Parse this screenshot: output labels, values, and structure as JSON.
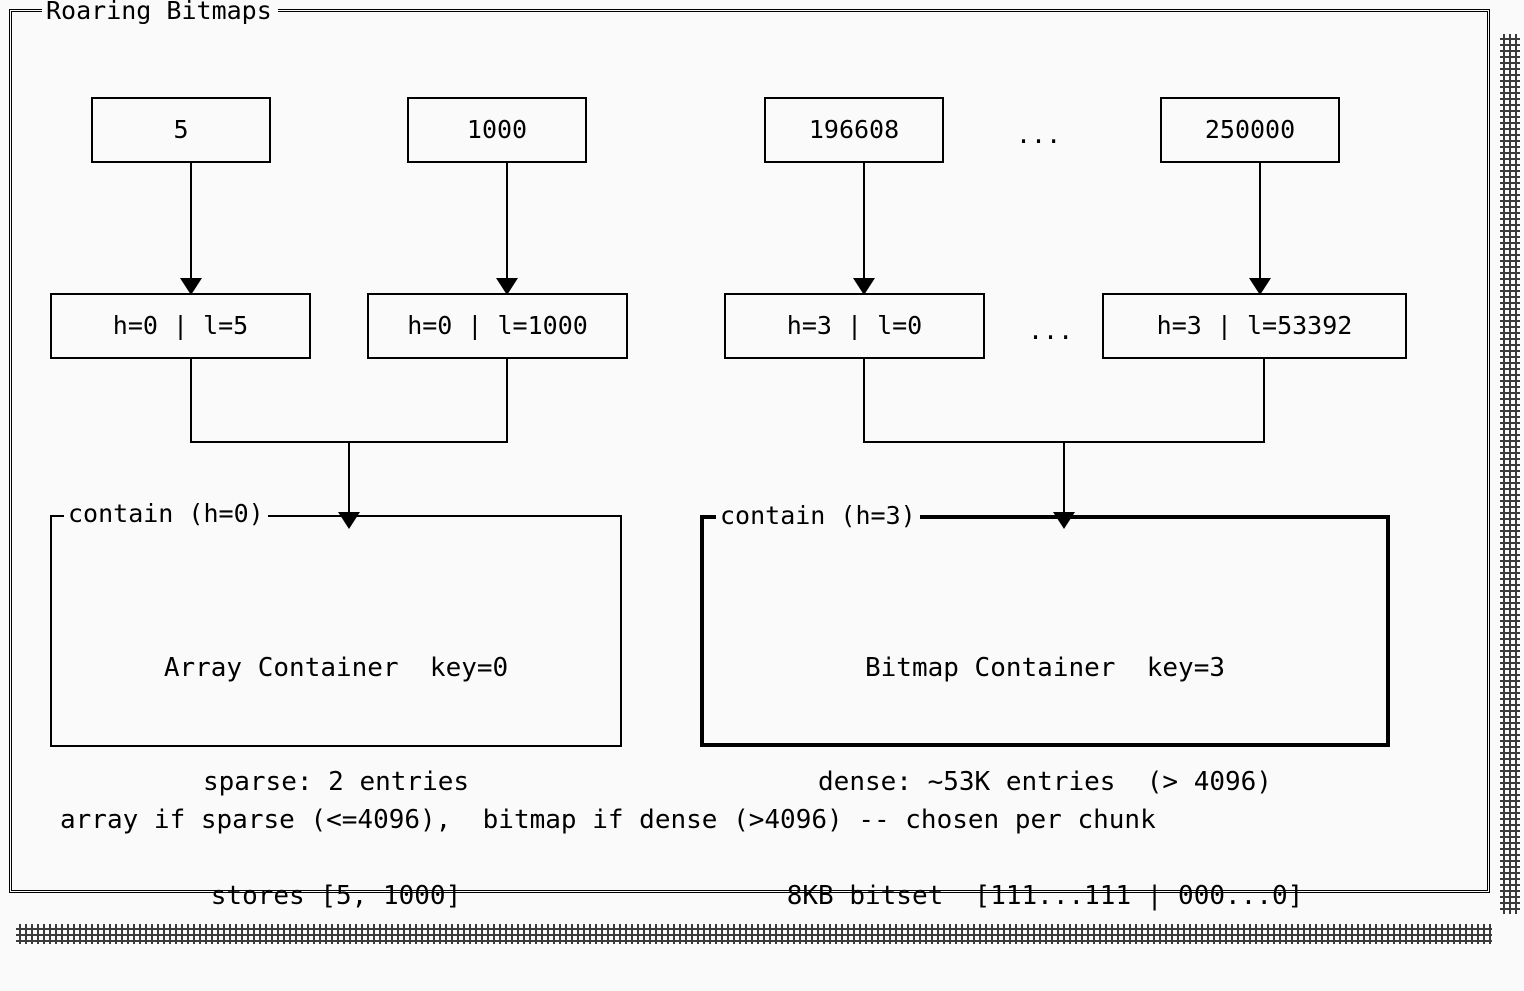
{
  "window": {
    "title": "Roaring Bitmaps",
    "background_color": "#fafafa",
    "ink_color": "#000000"
  },
  "values_row": {
    "items": [
      {
        "label": "5"
      },
      {
        "label": "1000"
      },
      {
        "label": "196608"
      },
      {
        "label": "250000"
      }
    ],
    "ellipsis": "..."
  },
  "split_row": {
    "items": [
      {
        "label": "h=0 | l=5"
      },
      {
        "label": "h=0 | l=1000"
      },
      {
        "label": "h=3 | l=0"
      },
      {
        "label": "h=3 | l=53392"
      }
    ],
    "ellipsis": "..."
  },
  "containers": [
    {
      "group_label": "contain (h=0)",
      "line1": "Array Container  key=0",
      "line2": "sparse: 2 entries",
      "line3": "stores [5, 1000]",
      "emphasis": "normal"
    },
    {
      "group_label": "contain (h=3)",
      "line1": "Bitmap Container  key=3",
      "line2": "dense: ~53K entries  (> 4096)",
      "line3": "8KB bitset  [111...111 | 000...0]",
      "emphasis": "bold"
    }
  ],
  "caption": "array if sparse (<=4096),  bitmap if dense (>4096) -- chosen per chunk"
}
